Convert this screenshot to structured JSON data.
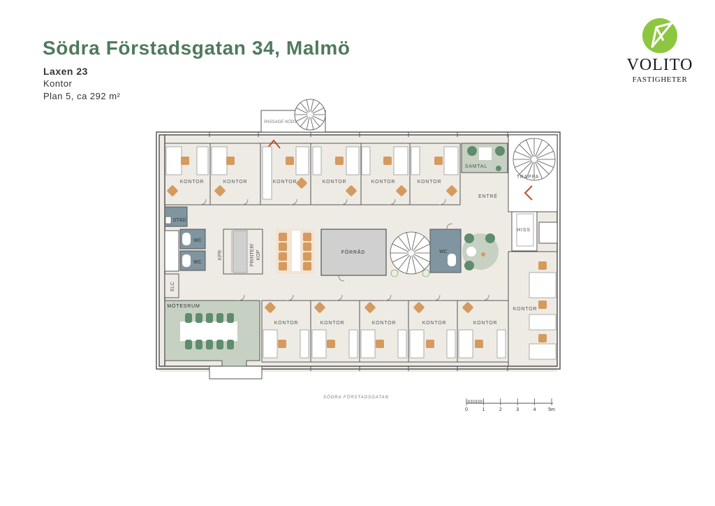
{
  "header": {
    "title": "Södra Förstadsgatan 34, Malmö",
    "property": "Laxen 23",
    "use": "Kontor",
    "floor_info": "Plan 5, ca 292 m²"
  },
  "logo": {
    "name": "VOLITO",
    "subtitle": "FASTIGHETER",
    "mark": "leaf-arrow-icon",
    "color": "#8dc63f"
  },
  "rooms": {
    "kontor": "KONTOR",
    "samtal": "SAMTAL",
    "trappa": "TRAPPA",
    "entre": "ENTRÉ",
    "stad": "STÄD",
    "wc": "WC",
    "kpr": "KPR",
    "printer": "PRINTER/",
    "kop": "KOP",
    "forrad": "FÖRRÅD",
    "hiss": "HISS",
    "elc": "ELC",
    "motesrum": "MÖTESRUM",
    "passage": "PASSAGE NÖDUT"
  },
  "street_label": "SÖDRA FÖRSTADSGATAN",
  "scale": {
    "ticks": [
      "0",
      "1",
      "2",
      "3",
      "4",
      "5m"
    ]
  },
  "colors": {
    "floor": "#eeebe5",
    "wall": "#555555",
    "wc_blue": "#7f95a0",
    "meeting_green": "#c7d1c3",
    "chair": "#d59a5e",
    "chair_green": "#5f8c6d",
    "table": "#ffffff",
    "forrad": "#d0d0d0",
    "title_green": "#4f7a5d"
  }
}
